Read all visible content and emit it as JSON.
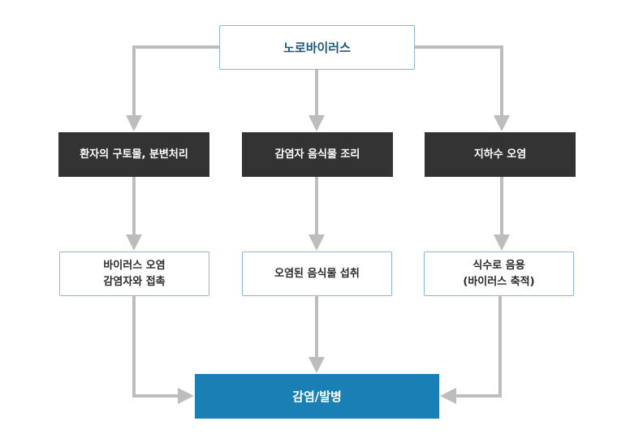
{
  "diagram": {
    "root": {
      "label": "노로바이러스"
    },
    "sources": [
      {
        "label": "환자의 구토물, 분변처리"
      },
      {
        "label": "감염자 음식물 조리"
      },
      {
        "label": "지하수 오염"
      }
    ],
    "routes": [
      {
        "label": "바이러스 오염\n감염자와 접촉"
      },
      {
        "label": "오염된 음식물 섭취"
      },
      {
        "label": "식수로 음용\n(바이러스 축적)"
      }
    ],
    "result": {
      "label": "감염/발병"
    },
    "colors": {
      "arrow": "#bdbdbd",
      "dark_box": "#333333",
      "result_box": "#1a7fb4",
      "box_border": "#8fb8cc",
      "root_text": "#1b5a7f"
    }
  }
}
